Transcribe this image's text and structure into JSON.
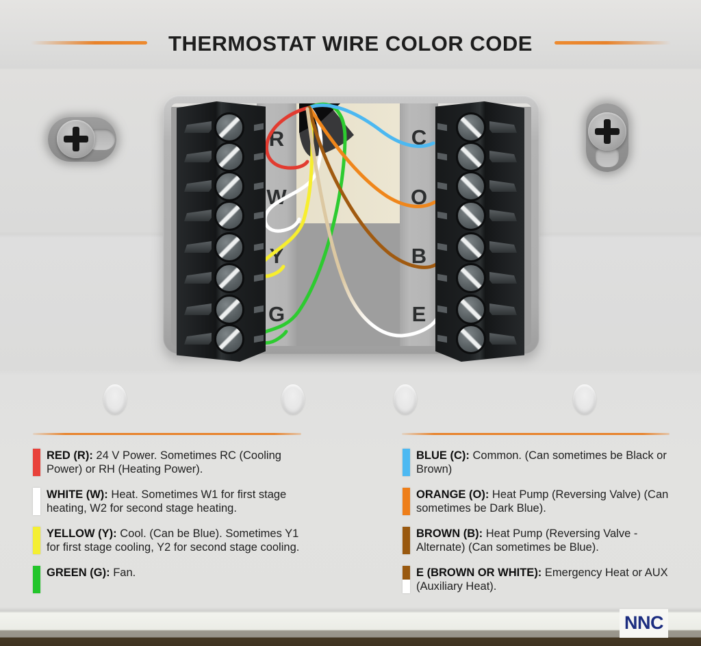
{
  "title": "THERMOSTAT WIRE COLOR CODE",
  "terminals": {
    "left": [
      "R",
      "W",
      "Y",
      "G"
    ],
    "right": [
      "C",
      "O",
      "B",
      "E"
    ]
  },
  "wire_colors": {
    "red": "#e23b30",
    "white": "#ffffff",
    "yellow": "#f7ee2e",
    "green": "#2dcb30",
    "blue": "#4cb8f1",
    "orange": "#ef861b",
    "brown": "#a05a10",
    "e_top": "#dcc8a2",
    "e_bottom": "#ffffff"
  },
  "legend": {
    "left": [
      {
        "label": "RED (R):",
        "text": "24 V Power. Sometimes RC (Cooling Power) or RH (Heating Power).",
        "swatch": "#e8413a"
      },
      {
        "label": "WHITE (W):",
        "text": "Heat. Sometimes W1 for first stage heating, W2 for second stage heating.",
        "swatch": "#ffffff"
      },
      {
        "label": "YELLOW (Y):",
        "text": "Cool. (Can be Blue). Sometimes Y1 for first stage cooling, Y2 for second stage cooling.",
        "swatch": "#f4ef33"
      },
      {
        "label": "GREEN (G):",
        "text": "Fan.",
        "swatch": "#22c52a"
      }
    ],
    "right": [
      {
        "label": "BLUE (C):",
        "text": "Common. (Can sometimes be Black or Brown)",
        "swatch": "#4db9f2"
      },
      {
        "label": "ORANGE (O):",
        "text": "Heat Pump (Reversing Valve) (Can sometimes be Dark Blue).",
        "swatch": "#ee7e19"
      },
      {
        "label": "BROWN (B):",
        "text": "Heat Pump (Reversing Valve - Alternate) (Can sometimes be Blue).",
        "swatch": "#99590f"
      },
      {
        "label": "E (BROWN OR WHITE):",
        "text": "Emergency Heat or AUX (Auxiliary Heat).",
        "swatch_top": "#99590f",
        "swatch_bottom": "#ffffff"
      }
    ]
  },
  "logo": {
    "text": "NNC",
    "color": "#1c2d80"
  },
  "accent": {
    "divider": "#e8822a"
  }
}
